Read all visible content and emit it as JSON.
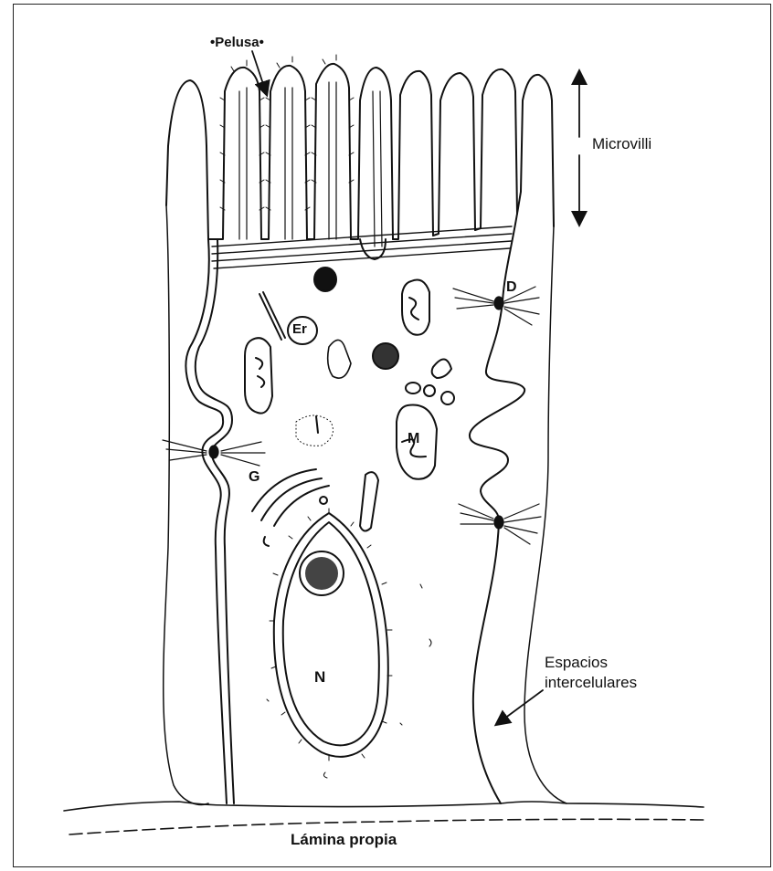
{
  "labels": {
    "pelusa": "•Pelusa•",
    "microvilli": "Microvilli",
    "d": "D",
    "er": "Er",
    "m": "M",
    "g": "G",
    "n": "N",
    "espacios": "Espacios",
    "intercelulares": "intercelulares",
    "lamina_propia": "Lámina propia"
  },
  "colors": {
    "ink": "#111111",
    "background": "#ffffff"
  }
}
